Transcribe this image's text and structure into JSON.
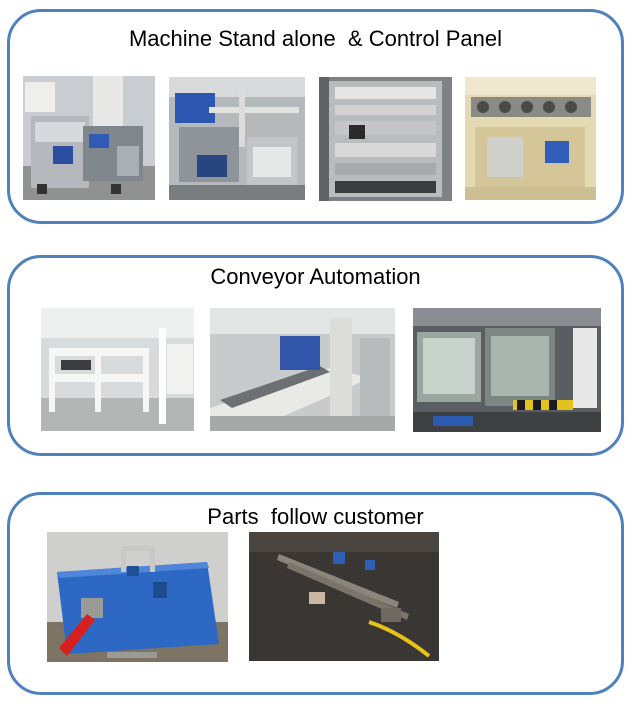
{
  "sections": [
    {
      "title": "Machine Stand alone  & Control Panel",
      "photos": [
        {
          "subject": "standalone-machine-photo"
        },
        {
          "subject": "machine-motor-tank-photo"
        },
        {
          "subject": "control-panel-wiring-photo"
        },
        {
          "subject": "control-panel-chain-photo"
        }
      ]
    },
    {
      "title": "Conveyor Automation",
      "photos": [
        {
          "subject": "conveyor-frame-photo"
        },
        {
          "subject": "conveyor-roller-photo"
        },
        {
          "subject": "conveyor-line-photo"
        }
      ]
    },
    {
      "title": "Parts  follow customer",
      "photos": [
        {
          "subject": "blue-jig-plate-photo"
        },
        {
          "subject": "rod-fixture-photo"
        }
      ]
    }
  ],
  "colors": {
    "panel_border": "#4f81bd"
  }
}
